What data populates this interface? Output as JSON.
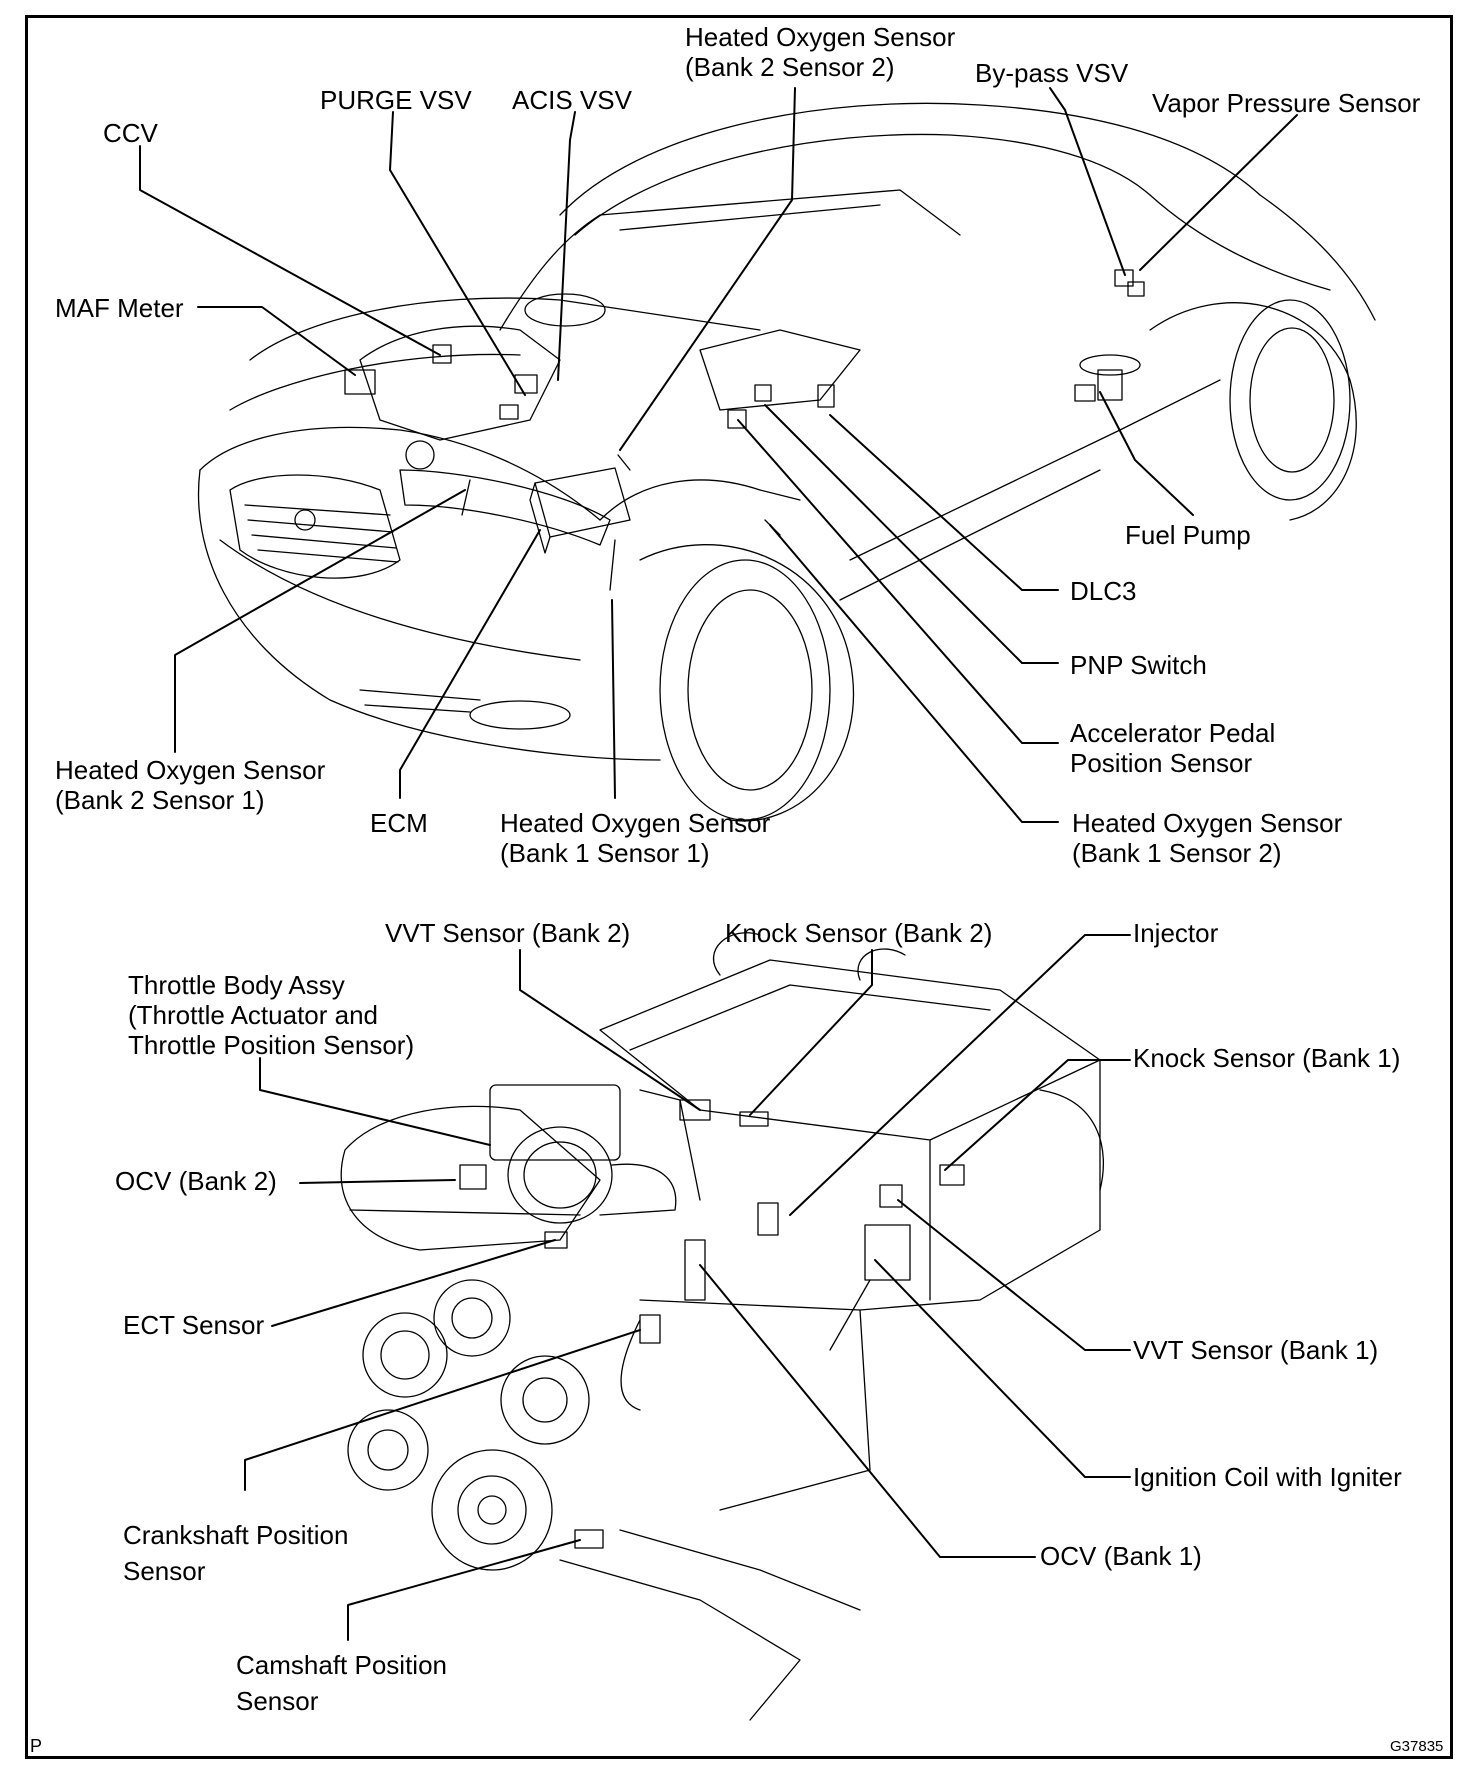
{
  "car_labels": {
    "ho2_b2s2_line1": "Heated Oxygen Sensor",
    "ho2_b2s2_line2": "(Bank 2 Sensor 2)",
    "bypass_vsv": "By-pass VSV",
    "vapor_pressure_sensor": "Vapor Pressure Sensor",
    "purge_vsv": "PURGE VSV",
    "acis_vsv": "ACIS VSV",
    "ccv": "CCV",
    "maf_meter": "MAF Meter",
    "fuel_pump": "Fuel Pump",
    "dlc3": "DLC3",
    "pnp_switch": "PNP Switch",
    "apps_line1": "Accelerator Pedal",
    "apps_line2": "Position Sensor",
    "ho2_b2s1_line1": "Heated Oxygen Sensor",
    "ho2_b2s1_line2": "(Bank 2 Sensor 1)",
    "ecm": "ECM",
    "ho2_b1s1_line1": "Heated Oxygen Sensor",
    "ho2_b1s1_line2": "(Bank 1 Sensor 1)",
    "ho2_b1s2_line1": "Heated Oxygen Sensor",
    "ho2_b1s2_line2": "(Bank 1 Sensor 2)"
  },
  "engine_labels": {
    "vvt_bank2": "VVT Sensor (Bank 2)",
    "knock_bank2": "Knock Sensor (Bank 2)",
    "injector": "Injector",
    "throttle_line1": "Throttle Body Assy",
    "throttle_line2": "(Throttle Actuator and",
    "throttle_line3": "Throttle Position Sensor)",
    "knock_bank1": "Knock Sensor (Bank 1)",
    "ocv_bank2": "OCV (Bank 2)",
    "ect_sensor": "ECT Sensor",
    "vvt_bank1": "VVT Sensor (Bank 1)",
    "ignition_coil": "Ignition Coil with Igniter",
    "crank_line1": "Crankshaft Position",
    "crank_line2": "Sensor",
    "ocv_bank1": "OCV (Bank 1)",
    "cam_line1": "Camshaft Position",
    "cam_line2": "Sensor"
  },
  "footer": {
    "left_mark": "P",
    "figure_code": "G37835"
  }
}
